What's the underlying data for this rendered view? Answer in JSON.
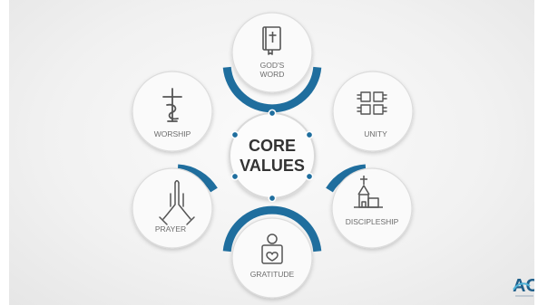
{
  "center": {
    "line1": "CORE",
    "line2": "VALUES"
  },
  "values": [
    {
      "id": "gods-word",
      "line1": "GOD'S",
      "line2": "WORD",
      "icon": "bible-icon"
    },
    {
      "id": "unity",
      "line1": "UNITY",
      "line2": "",
      "icon": "joined-hands-icon"
    },
    {
      "id": "discipleship",
      "line1": "DISCIPLESHIP",
      "line2": "",
      "icon": "church-icon"
    },
    {
      "id": "gratitude",
      "line1": "GRATITUDE",
      "line2": "",
      "icon": "gift-heart-icon"
    },
    {
      "id": "prayer",
      "line1": "PRAYER",
      "line2": "",
      "icon": "praying-hands-icon"
    },
    {
      "id": "worship",
      "line1": "WORSHIP",
      "line2": "",
      "icon": "cross-icon"
    }
  ],
  "logo": {
    "text": "AC",
    "subtext": ""
  },
  "colors": {
    "accent": "#1f6e9e",
    "ring": "#d9d9d9",
    "text": "#6d6d6d",
    "core_text": "#333333",
    "logo_secondary": "#4fb3d9"
  }
}
